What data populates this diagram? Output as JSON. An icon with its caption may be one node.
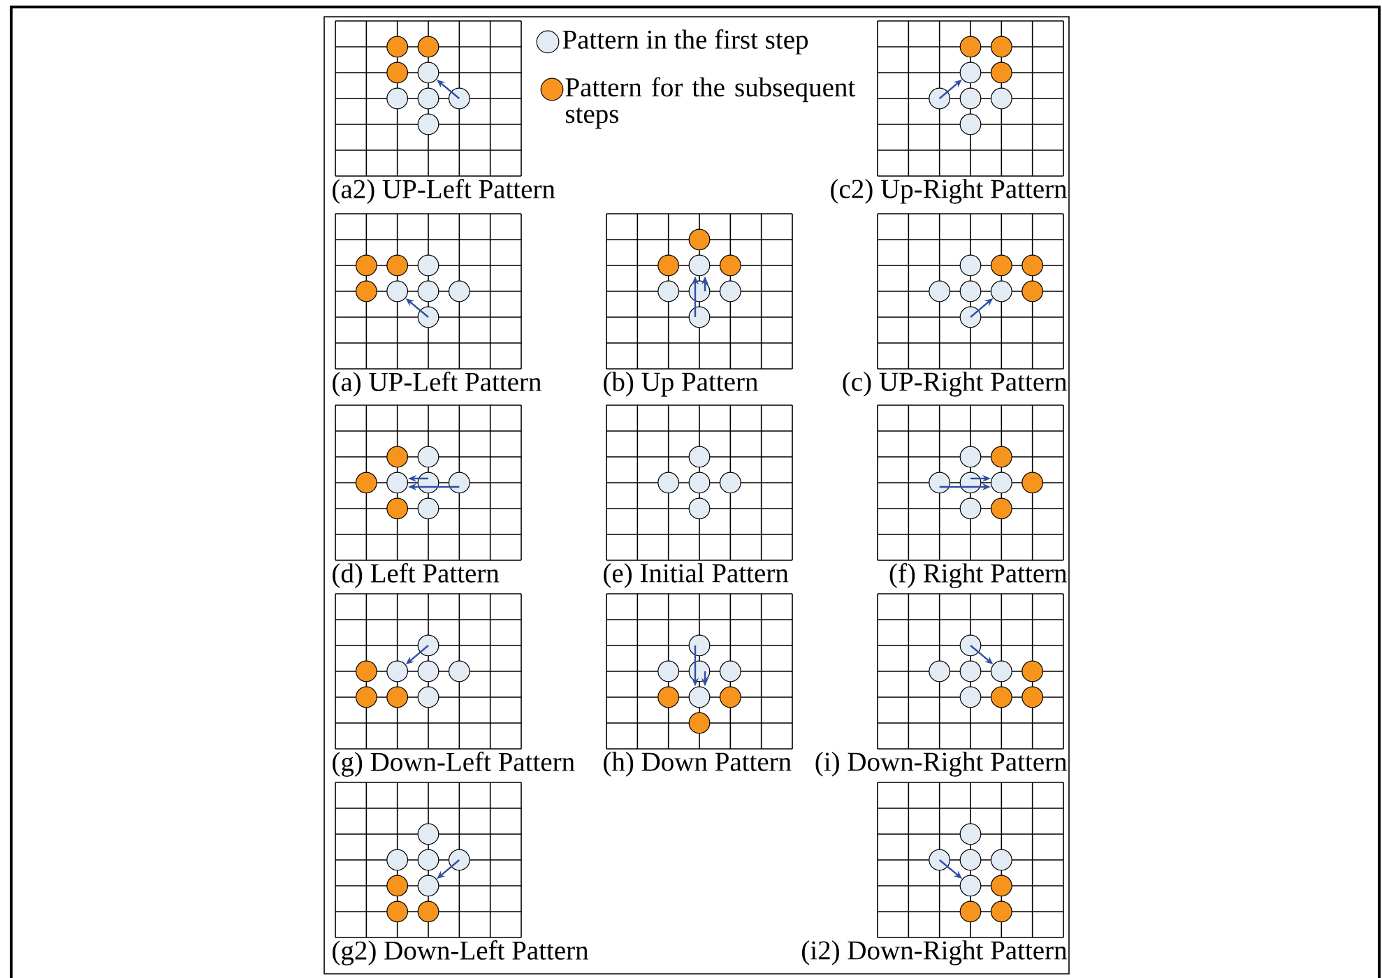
{
  "diagram": {
    "nodes": [
      {
        "text": [
          "(a2) UP-Left Pattern"
        ]
      },
      {
        "text": [],
        "shape": "circle",
        "in": 0
      },
      {
        "text": [],
        "shape": "circle",
        "in": 0
      },
      {
        "text": [],
        "shape": "circle",
        "in": 0
      },
      {
        "text": [],
        "shape": "circle",
        "in": 0
      },
      {
        "text": [],
        "shape": "circle",
        "in": 0
      },
      {
        "text": [],
        "shape": "circle",
        "in": 0
      },
      {
        "text": [],
        "shape": "circle",
        "in": 0
      },
      {
        "text": [],
        "shape": "circle",
        "in": 0
      },
      {
        "text": [
          "(c2) Up-Right Pattern"
        ]
      },
      {
        "text": [],
        "shape": "circle",
        "in": 9
      },
      {
        "text": [],
        "shape": "circle",
        "in": 9
      },
      {
        "text": [],
        "shape": "circle",
        "in": 9
      },
      {
        "text": [],
        "shape": "circle",
        "in": 9
      },
      {
        "text": [],
        "shape": "circle",
        "in": 9
      },
      {
        "text": [],
        "shape": "circle",
        "in": 9
      },
      {
        "text": [],
        "shape": "circle",
        "in": 9
      },
      {
        "text": [],
        "shape": "circle",
        "in": 9
      },
      {
        "text": [
          "(a) UP-Left Pattern"
        ]
      },
      {
        "text": [],
        "shape": "circle",
        "in": 18
      },
      {
        "text": [],
        "shape": "circle",
        "in": 18
      },
      {
        "text": [],
        "shape": "circle",
        "in": 18
      },
      {
        "text": [],
        "shape": "circle",
        "in": 18
      },
      {
        "text": [],
        "shape": "circle",
        "in": 18
      },
      {
        "text": [],
        "shape": "circle",
        "in": 18
      },
      {
        "text": [],
        "shape": "circle",
        "in": 18
      },
      {
        "text": [],
        "shape": "circle",
        "in": 18
      },
      {
        "text": [
          "(b) Up Pattern"
        ]
      },
      {
        "text": [],
        "shape": "circle",
        "in": 27
      },
      {
        "text": [],
        "shape": "circle",
        "in": 27
      },
      {
        "text": [],
        "shape": "circle",
        "in": 27
      },
      {
        "text": [],
        "shape": "circle",
        "in": 27
      },
      {
        "text": [],
        "shape": "circle",
        "in": 27
      },
      {
        "text": [],
        "shape": "circle",
        "in": 27
      },
      {
        "text": [],
        "shape": "circle",
        "in": 27
      },
      {
        "text": [],
        "shape": "circle",
        "in": 27
      },
      {
        "text": [
          "(c) UP-Right Pattern"
        ]
      },
      {
        "text": [],
        "shape": "circle",
        "in": 36
      },
      {
        "text": [],
        "shape": "circle",
        "in": 36
      },
      {
        "text": [],
        "shape": "circle",
        "in": 36
      },
      {
        "text": [],
        "shape": "circle",
        "in": 36
      },
      {
        "text": [],
        "shape": "circle",
        "in": 36
      },
      {
        "text": [],
        "shape": "circle",
        "in": 36
      },
      {
        "text": [],
        "shape": "circle",
        "in": 36
      },
      {
        "text": [],
        "shape": "circle",
        "in": 36
      },
      {
        "text": [
          "(d) Left Pattern"
        ]
      },
      {
        "text": [],
        "shape": "circle",
        "in": 45
      },
      {
        "text": [],
        "shape": "circle",
        "in": 45
      },
      {
        "text": [],
        "shape": "circle",
        "in": 45
      },
      {
        "text": [],
        "shape": "circle",
        "in": 45
      },
      {
        "text": [],
        "shape": "circle",
        "in": 45
      },
      {
        "text": [],
        "shape": "circle",
        "in": 45
      },
      {
        "text": [],
        "shape": "circle",
        "in": 45
      },
      {
        "text": [],
        "shape": "circle",
        "in": 45
      },
      {
        "text": [
          "(e) Initial Pattern"
        ]
      },
      {
        "text": [],
        "shape": "circle",
        "in": 54
      },
      {
        "text": [],
        "shape": "circle",
        "in": 54
      },
      {
        "text": [],
        "shape": "circle",
        "in": 54
      },
      {
        "text": [],
        "shape": "circle",
        "in": 54
      },
      {
        "text": [],
        "shape": "circle",
        "in": 54
      },
      {
        "text": [
          "(f) Right Pattern"
        ]
      },
      {
        "text": [],
        "shape": "circle",
        "in": 60
      },
      {
        "text": [],
        "shape": "circle",
        "in": 60
      },
      {
        "text": [],
        "shape": "circle",
        "in": 60
      },
      {
        "text": [],
        "shape": "circle",
        "in": 60
      },
      {
        "text": [],
        "shape": "circle",
        "in": 60
      },
      {
        "text": [],
        "shape": "circle",
        "in": 60
      },
      {
        "text": [],
        "shape": "circle",
        "in": 60
      },
      {
        "text": [],
        "shape": "circle",
        "in": 60
      },
      {
        "text": [
          "(g) Down-Left Pattern"
        ]
      },
      {
        "text": [],
        "shape": "circle",
        "in": 69
      },
      {
        "text": [],
        "shape": "circle",
        "in": 69
      },
      {
        "text": [],
        "shape": "circle",
        "in": 69
      },
      {
        "text": [],
        "shape": "circle",
        "in": 69
      },
      {
        "text": [],
        "shape": "circle",
        "in": 69
      },
      {
        "text": [],
        "shape": "circle",
        "in": 69
      },
      {
        "text": [],
        "shape": "circle",
        "in": 69
      },
      {
        "text": [],
        "shape": "circle",
        "in": 69
      },
      {
        "text": [
          "(h) Down Pattern"
        ]
      },
      {
        "text": [],
        "shape": "circle",
        "in": 78
      },
      {
        "text": [],
        "shape": "circle",
        "in": 78
      },
      {
        "text": [],
        "shape": "circle",
        "in": 78
      },
      {
        "text": [],
        "shape": "circle",
        "in": 78
      },
      {
        "text": [],
        "shape": "circle",
        "in": 78
      },
      {
        "text": [],
        "shape": "circle",
        "in": 78
      },
      {
        "text": [],
        "shape": "circle",
        "in": 78
      },
      {
        "text": [],
        "shape": "circle",
        "in": 78
      },
      {
        "text": [
          "(i) Down-Right Pattern"
        ]
      },
      {
        "text": [],
        "shape": "circle",
        "in": 87
      },
      {
        "text": [],
        "shape": "circle",
        "in": 87
      },
      {
        "text": [],
        "shape": "circle",
        "in": 87
      },
      {
        "text": [],
        "shape": "circle",
        "in": 87
      },
      {
        "text": [],
        "shape": "circle",
        "in": 87
      },
      {
        "text": [],
        "shape": "circle",
        "in": 87
      },
      {
        "text": [],
        "shape": "circle",
        "in": 87
      },
      {
        "text": [],
        "shape": "circle",
        "in": 87
      },
      {
        "text": [
          "(g2) Down-Left Pattern"
        ]
      },
      {
        "text": [],
        "shape": "circle",
        "in": 96
      },
      {
        "text": [],
        "shape": "circle",
        "in": 96
      },
      {
        "text": [],
        "shape": "circle",
        "in": 96
      },
      {
        "text": [],
        "shape": "circle",
        "in": 96
      },
      {
        "text": [],
        "shape": "circle",
        "in": 96
      },
      {
        "text": [],
        "shape": "circle",
        "in": 96
      },
      {
        "text": [],
        "shape": "circle",
        "in": 96
      },
      {
        "text": [],
        "shape": "circle",
        "in": 96
      },
      {
        "text": [
          "(i2) Down-Right Pattern"
        ]
      },
      {
        "text": [],
        "shape": "circle",
        "in": 105
      },
      {
        "text": [],
        "shape": "circle",
        "in": 105
      },
      {
        "text": [],
        "shape": "circle",
        "in": 105
      },
      {
        "text": [],
        "shape": "circle",
        "in": 105
      },
      {
        "text": [],
        "shape": "circle",
        "in": 105
      },
      {
        "text": [],
        "shape": "circle",
        "in": 105
      },
      {
        "text": [],
        "shape": "circle",
        "in": 105
      },
      {
        "text": [],
        "shape": "circle",
        "in": 105
      }
    ],
    "edges": [
      {
        "from": 7,
        "to": 4,
        "arrow": "to"
      },
      {
        "from": 14,
        "to": 12,
        "arrow": "to"
      },
      {
        "from": 26,
        "to": 23,
        "arrow": "to"
      },
      {
        "from": 35,
        "to": 30,
        "arrow": "to"
      },
      {
        "from": 33,
        "to": 30,
        "arrow": "to"
      },
      {
        "from": 44,
        "to": 42,
        "arrow": "to"
      },
      {
        "from": 50,
        "to": 49,
        "arrow": "to"
      },
      {
        "from": 51,
        "to": 49,
        "arrow": "to"
      },
      {
        "from": 64,
        "to": 65,
        "arrow": "to"
      },
      {
        "from": 63,
        "to": 65,
        "arrow": "to"
      },
      {
        "from": 70,
        "to": 72,
        "arrow": "to"
      },
      {
        "from": 79,
        "to": 84,
        "arrow": "to"
      },
      {
        "from": 81,
        "to": 84,
        "arrow": "to"
      },
      {
        "from": 88,
        "to": 91,
        "arrow": "to"
      },
      {
        "from": 100,
        "to": 102,
        "arrow": "to"
      },
      {
        "from": 107,
        "to": 110,
        "arrow": "to"
      }
    ],
    "legend": [
      {
        "text": "Pattern in the first step",
        "color": "#e3ebf5"
      },
      {
        "text": "Pattern for the subsequent steps",
        "color": "#f7941d"
      }
    ]
  }
}
